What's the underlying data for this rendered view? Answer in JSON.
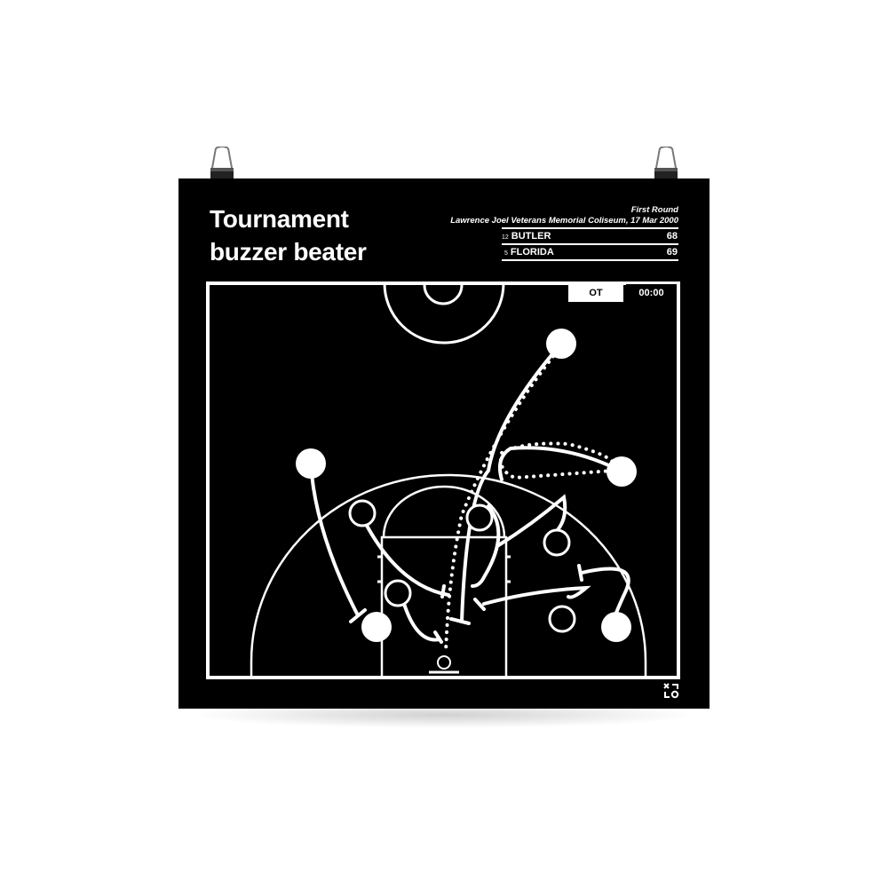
{
  "poster": {
    "title_line1": "Tournament",
    "title_line2": "buzzer beater",
    "round": "First Round",
    "venue_date": "Lawrence Joel Veterans Memorial Coliseum, 17 Mar 2000",
    "teams": [
      {
        "seed": "12",
        "name": "BUTLER",
        "score": "68"
      },
      {
        "seed": "5",
        "name": "FLORIDA",
        "score": "69"
      }
    ],
    "period": "OT",
    "clock": "00:00"
  },
  "colors": {
    "background": "#000000",
    "lines": "#ffffff"
  }
}
